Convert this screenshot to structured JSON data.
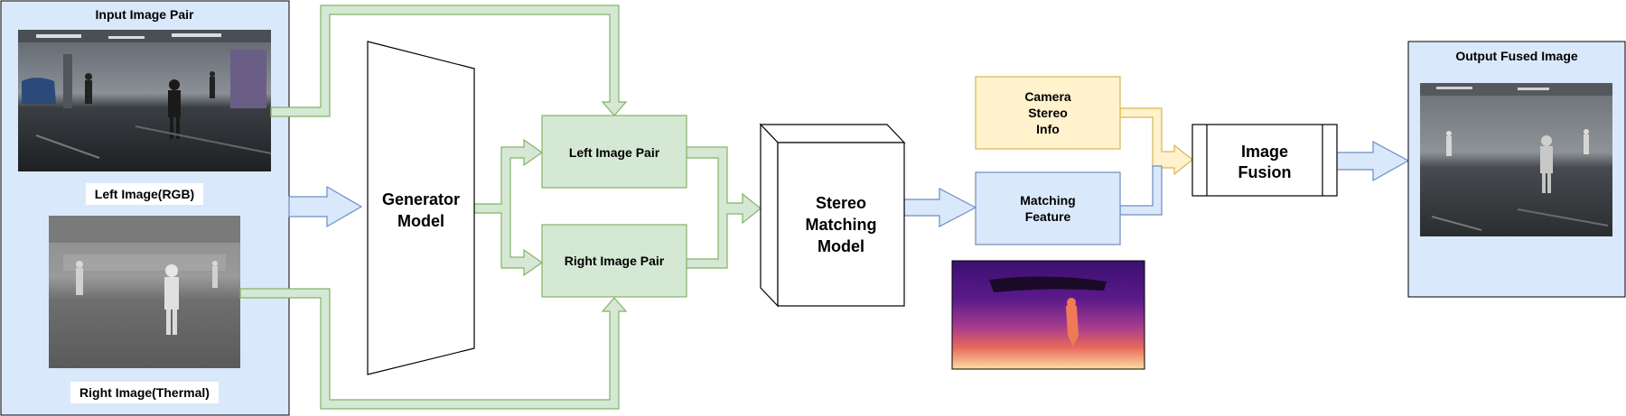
{
  "input_panel": {
    "title": "Input Image Pair",
    "left_caption": "Left Image(RGB)",
    "right_caption": "Right Image(Thermal)"
  },
  "generator": {
    "label_line1": "Generator",
    "label_line2": "Model"
  },
  "pairs": {
    "left": "Left Image Pair",
    "right": "Right Image Pair"
  },
  "stereo": {
    "line1": "Stereo",
    "line2": "Matching",
    "line3": "Model"
  },
  "camera": {
    "line1": "Camera",
    "line2": "Stereo",
    "line3": "Info"
  },
  "matching": {
    "line1": "Matching",
    "line2": "Feature"
  },
  "fusion": {
    "line1": "Image",
    "line2": "Fusion"
  },
  "output_panel": {
    "title": "Output Fused Image"
  },
  "colors": {
    "blue_fill": "#dae8fc",
    "blue_stroke": "#6c8ebf",
    "green_fill": "#d5e8d4",
    "green_stroke": "#82b366",
    "yellow_fill": "#fff2cc",
    "yellow_stroke": "#d6b656"
  }
}
